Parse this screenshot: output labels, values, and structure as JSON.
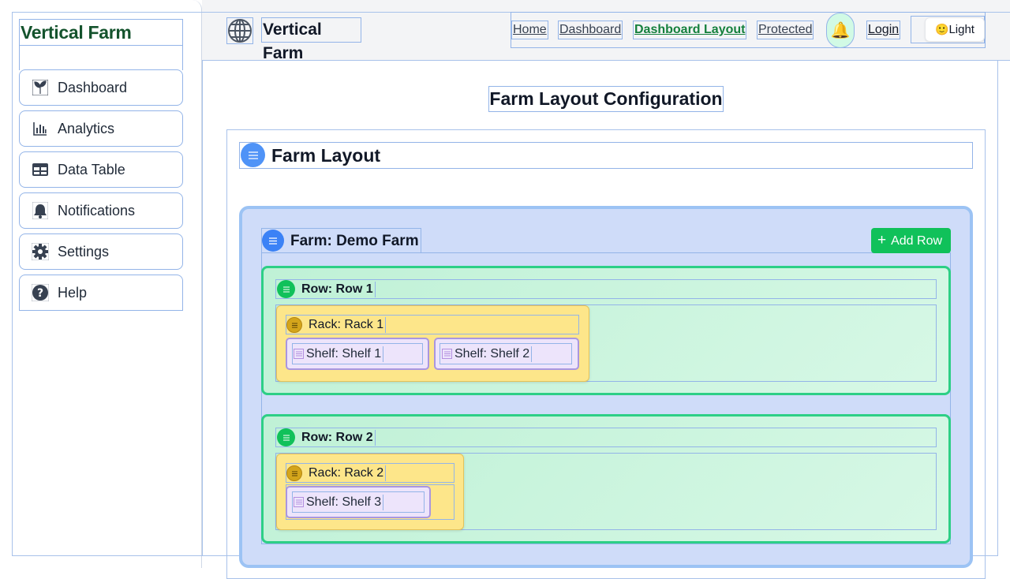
{
  "sidebar": {
    "brand": "Vertical Farm",
    "items": [
      {
        "label": "Dashboard",
        "icon": "seedling-icon"
      },
      {
        "label": "Analytics",
        "icon": "bar-chart-icon"
      },
      {
        "label": "Data Table",
        "icon": "table-icon"
      },
      {
        "label": "Notifications",
        "icon": "bell-icon"
      },
      {
        "label": "Settings",
        "icon": "gear-icon"
      },
      {
        "label": "Help",
        "icon": "question-icon"
      }
    ]
  },
  "header": {
    "site_title": "Vertical Farm",
    "nav": [
      "Home",
      "Dashboard",
      "Dashboard Layout",
      "Protected"
    ],
    "active_nav": "Dashboard Layout",
    "login": "Login",
    "theme_label": "Light",
    "theme_emoji": "🙂",
    "bell_emoji": "🔔"
  },
  "main": {
    "page_title": "Farm Layout Configuration",
    "section_title": "Farm Layout",
    "farm": {
      "title": "Farm: Demo Farm",
      "add_row_label": "Add Row",
      "add_row_plus": "+",
      "rows": [
        {
          "title": "Row: Row 1",
          "racks": [
            {
              "title": "Rack: Rack 1",
              "shelves": [
                "Shelf: Shelf 1",
                "Shelf: Shelf 2"
              ]
            }
          ]
        },
        {
          "title": "Row: Row 2",
          "racks": [
            {
              "title": "Rack: Rack 2",
              "shelves": [
                "Shelf: Shelf 3"
              ]
            }
          ]
        }
      ]
    }
  },
  "colors": {
    "brand_green": "#14532d",
    "farm_blue": "#cfdcf9",
    "row_green": "#2dcf86",
    "rack_yellow": "#fde68a",
    "shelf_purple": "#ede4fb",
    "add_button": "#10c15a"
  }
}
